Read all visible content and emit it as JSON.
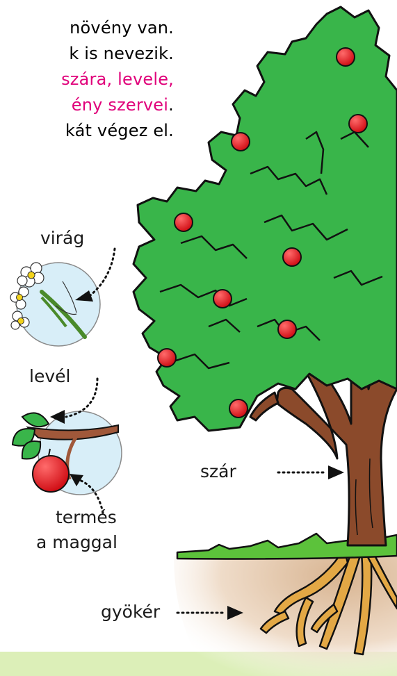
{
  "text_lines": [
    {
      "plain": "növény van.",
      "pink": ""
    },
    {
      "plain": "k is nevezik.",
      "pink": ""
    },
    {
      "plain": "",
      "pink": "szára, levele,"
    },
    {
      "plain": ".",
      "pink": "ény szervei"
    },
    {
      "plain": "kát végez el.",
      "pink": ""
    }
  ],
  "labels": {
    "virag": "virág",
    "level": "levél",
    "termes": "termés",
    "maggal": "a maggal",
    "szar": "szár",
    "gyoker": "gyökér"
  },
  "colors": {
    "leaf": "#39b54a",
    "leaf_dark": "#1f7a2e",
    "outline": "#111111",
    "trunk": "#8b4a2b",
    "apple": "#e8141b",
    "soil": "#e6cdb4",
    "root": "#e3a845",
    "circle": "#d8eef8",
    "pink_text": "#e0007a",
    "bottom_strip": "#dcefb8"
  }
}
